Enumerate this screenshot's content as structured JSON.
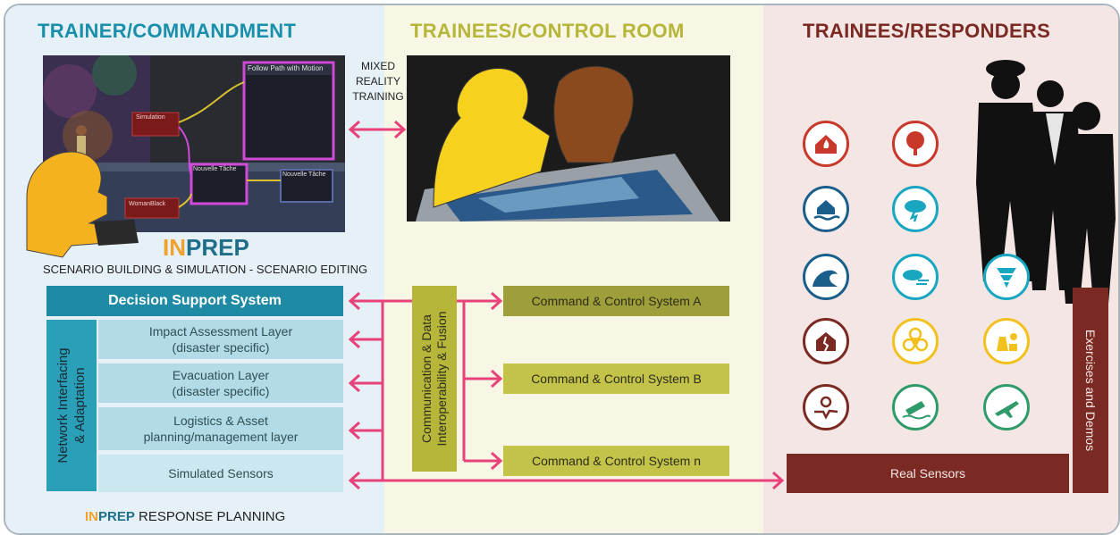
{
  "headers": {
    "trainer": "TRAINER/COMMANDMENT",
    "control_room": "TRAINEES/CONTROL ROOM",
    "responders": "TRAINEES/RESPONDERS"
  },
  "mixed_reality": [
    "MIXED",
    "REALITY",
    "TRAINING"
  ],
  "screenshot_nodes": {
    "follow_path": "Follow Path with Motion",
    "simulation": "Simulation",
    "nouvelle_tache_1": "Nouvelle Tâche",
    "nouvelle_tache_2": "Nouvelle Tâche",
    "woman_black": "WomanBlack"
  },
  "brand": {
    "in": "IN",
    "prep": "PREP"
  },
  "scenario_caption": "SCENARIO BUILDING & SIMULATION - SCENARIO EDITING",
  "dss": "Decision Support System",
  "network_label": [
    "Network Interfacing",
    "& Adaptation"
  ],
  "layers": [
    [
      "Impact Assessment Layer",
      "(disaster specific)"
    ],
    [
      "Evacuation Layer",
      "(disaster specific)"
    ],
    [
      "Logistics & Asset",
      "planning/management layer"
    ],
    [
      "Simulated Sensors"
    ]
  ],
  "comm_label": [
    "Communication & Data",
    "Interoperability & Fusion"
  ],
  "ccs": [
    "Command & Control System A",
    "Command & Control System B",
    "Command & Control System n"
  ],
  "response_planning": {
    "in": "IN",
    "prep": "PREP",
    "rest": " RESPONSE PLANNING"
  },
  "real_sensors": "Real Sensors",
  "exercises": "Exercises and Demos",
  "colors": {
    "teal": "#1a8fab",
    "olive": "#b6b63a",
    "maroon": "#7a2a22",
    "arrow_pink": "#e8427a",
    "dss_teal": "#1f8aa3",
    "orange": "#f2a22a"
  },
  "icons": [
    "house-fire-icon",
    "tree-fire-icon",
    "flood-house-icon",
    "storm-cloud-icon",
    "tsunami-wave-icon",
    "wind-cloud-icon",
    "tornado-icon",
    "earthquake-house-icon",
    "biohazard-icon",
    "nuclear-plant-icon",
    "ground-crack-icon",
    "shipwreck-icon",
    "plane-crash-icon"
  ]
}
